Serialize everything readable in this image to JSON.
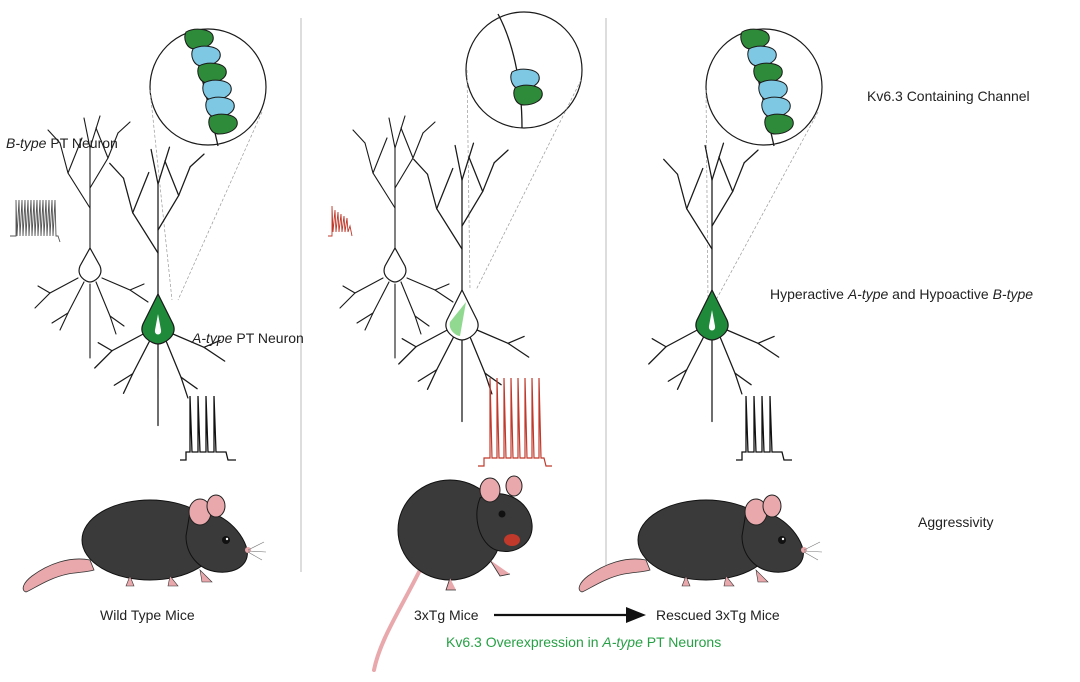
{
  "labels": {
    "b_type_prefix": "B-type",
    "b_type_suffix": " PT Neuron",
    "a_type_prefix": "A-type",
    "a_type_suffix": " PT Neuron",
    "channel": "Kv6.3 Containing Channel",
    "hyper_1": "Hyperactive ",
    "hyper_2": "A-type",
    "hyper_3": " and Hypoactive ",
    "hyper_4": "B-type",
    "aggressivity": "Aggressivity",
    "wild_type": "Wild Type Mice",
    "tg": "3xTg Mice",
    "rescued": "Rescued 3xTg Mice",
    "overexp_1": "Kv6.3 Overexpression in ",
    "overexp_2": "A-type",
    "overexp_3": " PT Neurons"
  },
  "colors": {
    "channel_green": "#2e8b3a",
    "channel_blue": "#7ec8e3",
    "soma_green": "#1e8a3a",
    "trace_red": "#c0392b",
    "mouse_body": "#3a3a3a",
    "mouse_pink": "#e8a8ac",
    "divider": "#bbbbbb",
    "text_green": "#27a045"
  }
}
